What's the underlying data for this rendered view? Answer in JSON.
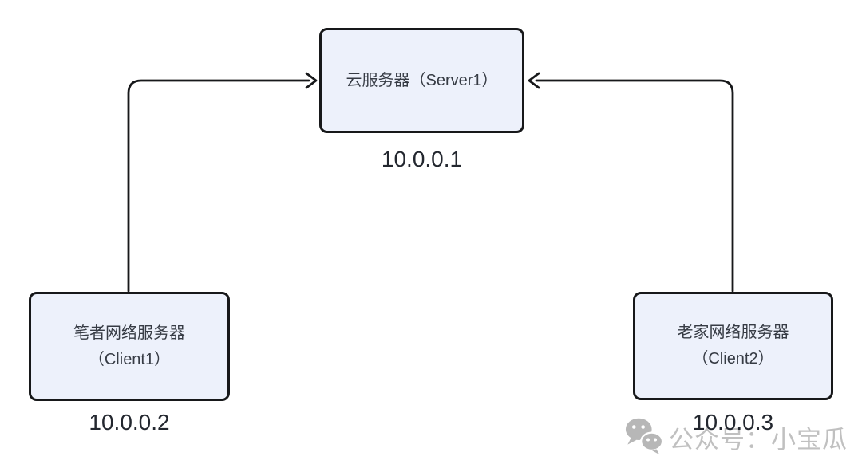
{
  "diagram": {
    "nodes": {
      "server1": {
        "label": "云服务器（Server1）",
        "ip": "10.0.0.1"
      },
      "client1": {
        "label_line1": "笔者网络服务器",
        "label_line2": "（Client1）",
        "ip": "10.0.0.2"
      },
      "client2": {
        "label_line1": "老家网络服务器",
        "label_line2": "（Client2）",
        "ip": "10.0.0.3"
      }
    },
    "edges": [
      {
        "from": "client1",
        "to": "server1",
        "style": "elbow-arrow"
      },
      {
        "from": "client2",
        "to": "server1",
        "style": "elbow-arrow"
      }
    ]
  },
  "watermark": {
    "icon": "wechat-icon",
    "text": "公众号：小宝瓜"
  },
  "colors": {
    "background": "#ffffff",
    "node_fill": "#edf1fb",
    "node_border": "#17181a",
    "node_text": "#363b44",
    "ip_text": "#23272f",
    "arrow": "#17181a",
    "watermark": "#c0c0c0"
  }
}
